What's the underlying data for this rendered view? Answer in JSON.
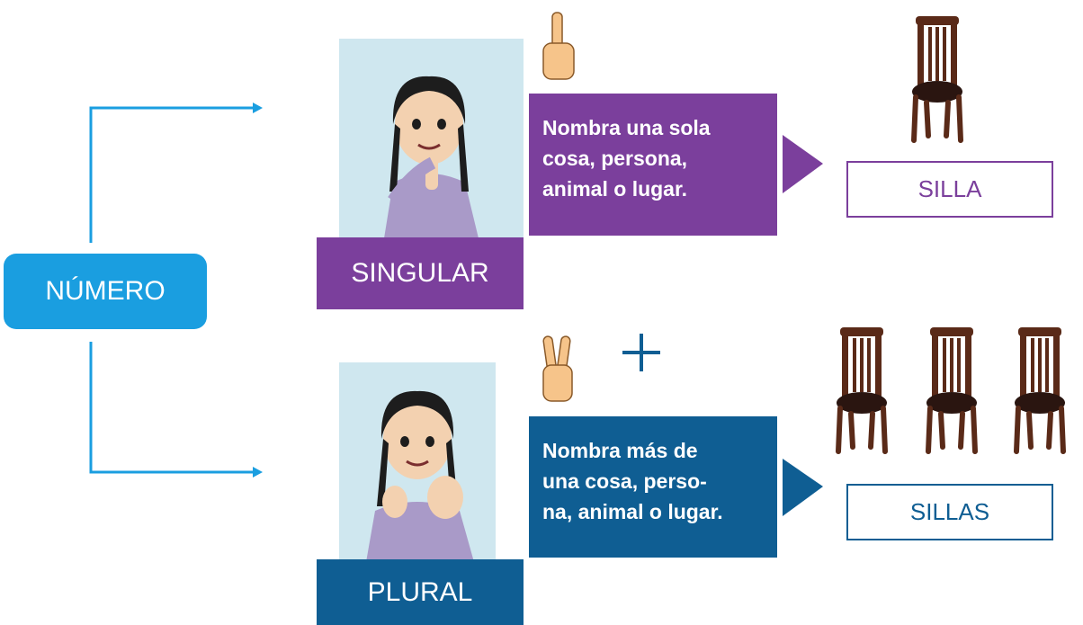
{
  "root": {
    "label": "NÚMERO"
  },
  "singular": {
    "label": "SINGULAR",
    "description": [
      "Nombra una sola",
      "cosa, persona,",
      "animal o lugar."
    ],
    "example": "SILLA"
  },
  "plural": {
    "label": "PLURAL",
    "description": [
      "Nombra más de",
      "una cosa, perso-",
      "na, animal o lugar."
    ],
    "example": "SILLAS",
    "plus_symbol": "+"
  },
  "colors": {
    "root": "#1a9ee0",
    "connector": "#1a9ee0",
    "singular": "#7b3f9c",
    "plural": "#0f5e93",
    "panel_bg": "#cfe7ef",
    "chair_wood": "#5a2a18",
    "chair_seat": "#2a1510"
  },
  "icons": {
    "singular_hand": "one-finger-hand-icon",
    "plural_hand": "two-finger-hand-icon",
    "chair": "chair-icon"
  }
}
